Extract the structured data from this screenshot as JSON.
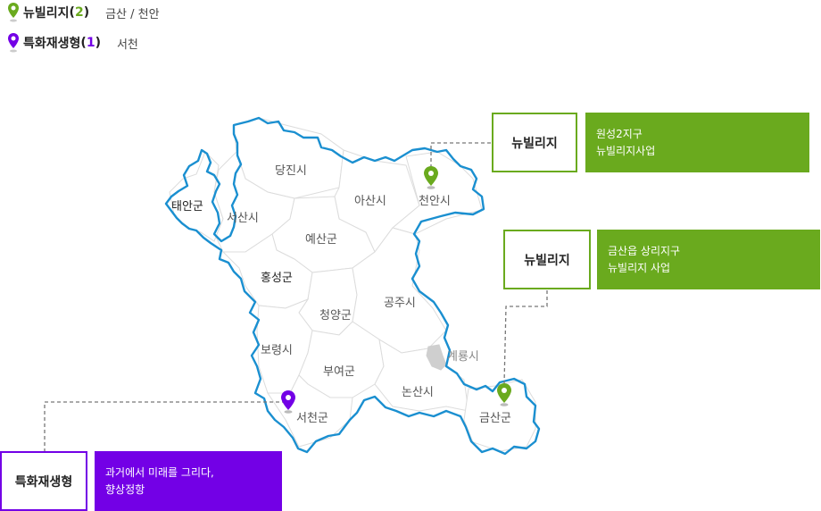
{
  "colors": {
    "newvillage": "#6aaa1e",
    "special": "#7300e6",
    "coast": "#1a8fd0",
    "region_border": "#dcdcdc",
    "gyeryong_fill": "#cfcfcf"
  },
  "legend": [
    {
      "name": "뉴빌리지",
      "open": "(",
      "count": "2",
      "close": ")",
      "places": "금산 / 천안",
      "color": "#6aaa1e",
      "icon": "map-pin-green-icon"
    },
    {
      "name": "특화재생형",
      "open": "(",
      "count": "1",
      "close": ")",
      "places": "서천",
      "color": "#7300e6",
      "icon": "map-pin-purple-icon"
    }
  ],
  "regions": [
    {
      "name": "당진시"
    },
    {
      "name": "태안군"
    },
    {
      "name": "서산시"
    },
    {
      "name": "아산시"
    },
    {
      "name": "천안시"
    },
    {
      "name": "예산군"
    },
    {
      "name": "홍성군"
    },
    {
      "name": "청양군"
    },
    {
      "name": "공주시"
    },
    {
      "name": "보령시"
    },
    {
      "name": "부여군"
    },
    {
      "name": "계룡시"
    },
    {
      "name": "논산시"
    },
    {
      "name": "서천군"
    },
    {
      "name": "금산군"
    }
  ],
  "callouts": [
    {
      "label": "뉴빌리지",
      "lines": [
        "원성2지구",
        "뉴빌리지사업"
      ],
      "color": "#6aaa1e",
      "pin_region": "천안시"
    },
    {
      "label": "뉴빌리지",
      "lines": [
        "금산읍 상리지구",
        "뉴빌리지 사업"
      ],
      "color": "#6aaa1e",
      "pin_region": "금산군"
    },
    {
      "label": "특화재생형",
      "lines": [
        "과거에서 미래를 그리다,",
        "향상정항"
      ],
      "color": "#7300e6",
      "pin_region": "서천군"
    }
  ]
}
